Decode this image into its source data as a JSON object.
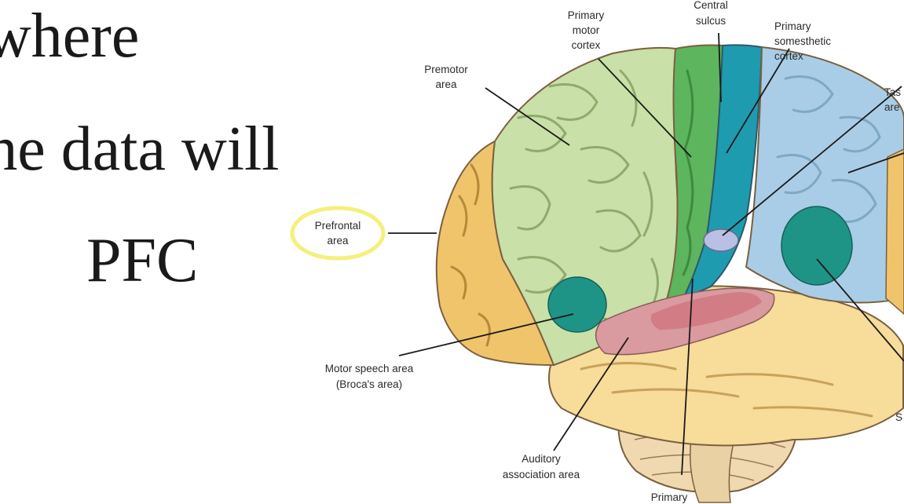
{
  "slide": {
    "lines": [
      "where",
      "the data will",
      "PFC"
    ]
  },
  "diagram": {
    "labels": {
      "primary_motor_cortex": [
        "Primary",
        "motor",
        "cortex"
      ],
      "central_sulcus": [
        "Central",
        "sulcus"
      ],
      "primary_somesthetic_cortex": [
        "Primary",
        "somesthetic",
        "cortex"
      ],
      "premotor_area": [
        "Premotor",
        "area"
      ],
      "taste_area": [
        "Tas",
        "are"
      ],
      "prefrontal_area": [
        "Prefrontal",
        "area"
      ],
      "motor_speech_area": [
        "Motor speech area",
        "(Broca's area)"
      ],
      "auditory_association_area": [
        "Auditory",
        "association area"
      ],
      "primary_auditory": [
        "Primary"
      ],
      "clipped_right": [
        "S"
      ]
    },
    "colors": {
      "prefrontal": "#f0c46a",
      "premotor": "#c9e0a8",
      "primary_motor": "#5db55d",
      "somesthetic": "#1f9bb0",
      "parietal": "#a9cde6",
      "temporal": "#f7dc9a",
      "auditory_assoc": "#d99aa0",
      "broca": "#1e9487",
      "highlight_ring": "#f4f07a"
    }
  }
}
